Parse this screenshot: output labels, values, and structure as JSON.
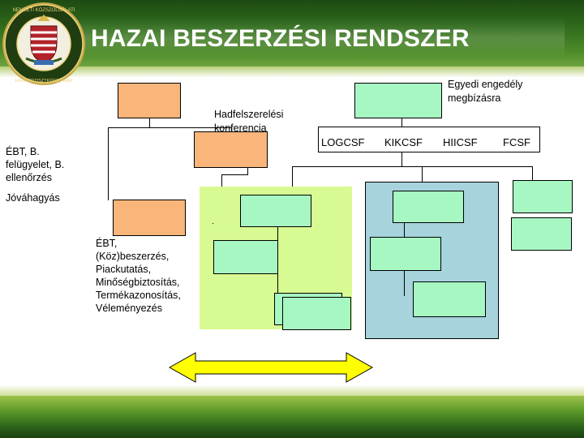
{
  "header": {
    "title": "HAZAI BESZERZÉSI RENDSZER",
    "logo_caption": "NEMZETI KÖZSZOLGÁLATI EGYETEM — HADTUDOMÁNYI ÉS HONVÉDTISZTKÉPZŐ KAR"
  },
  "labels": {
    "egyedi": "Egyedi engedély megbízásra",
    "hadfelszerelesi": "Hadfelszerelési konferencia",
    "ebt_felugyelet": "ÉBT, B. felügyelet, B. ellenőrzés",
    "jovahagyas": "Jóváhagyás",
    "ebt_kozbeszerzes": "ÉBT, (Köz)beszerzés, Piackutatás, Minőségbiztosítás, Termékazonosítás, Véleményezés"
  },
  "columns": [
    "LOGCSF",
    "KIKCSF",
    "HIICSF",
    "FCSF"
  ],
  "colors": {
    "salmon_box": "#f9b57a",
    "mint_box": "#a7f7c3",
    "green_panel": "#d8fa92",
    "blue_panel": "#a6d3dc",
    "arrow": "#ffff00",
    "header_green": "#2f6a1c"
  }
}
